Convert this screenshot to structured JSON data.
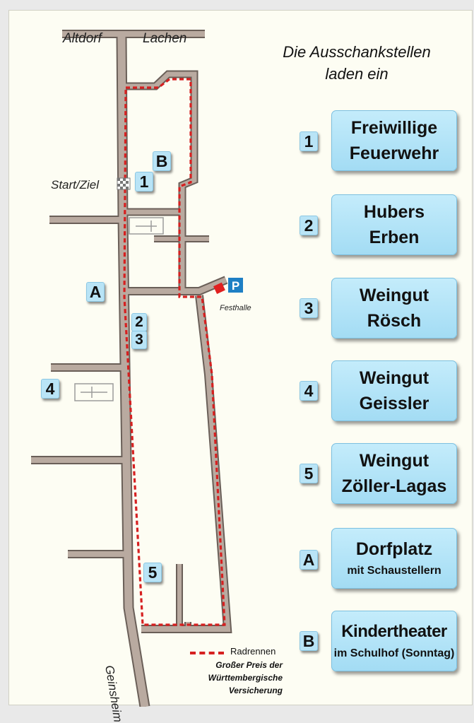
{
  "heading": {
    "line1": "Die Ausschankstellen",
    "line2": "laden ein"
  },
  "map": {
    "labels": {
      "altdorf": "Altdorf",
      "lachen": "Lachen",
      "start_ziel": "Start/Ziel",
      "festhalle": "Festhalle",
      "geinsheim": "Geinsheim",
      "parking": "P"
    },
    "markers": [
      "B",
      "1",
      "A",
      "2",
      "3",
      "4",
      "5"
    ]
  },
  "legend": {
    "route_label": "Radrennen",
    "line1": "Großer Preis der",
    "line2": "Württembergische",
    "line3": "Versicherung"
  },
  "stations": [
    {
      "key": "1",
      "line1": "Freiwillige",
      "line2": "Feuerwehr"
    },
    {
      "key": "2",
      "line1": "Hubers",
      "line2": "Erben"
    },
    {
      "key": "3",
      "line1": "Weingut",
      "line2": "Rösch"
    },
    {
      "key": "4",
      "line1": "Weingut",
      "line2": "Geissler"
    },
    {
      "key": "5",
      "line1": "Weingut",
      "line2": "Zöller-Lagas"
    },
    {
      "key": "A",
      "line1": "Dorfplatz",
      "line2": "mit Schaustellern"
    },
    {
      "key": "B",
      "line1": "Kindertheater",
      "line2": "im Schulhof (Sonntag)"
    }
  ],
  "colors": {
    "road_fill": "#b5a69c",
    "road_edge": "#6a5f58",
    "route": "#d62020",
    "card": "#b9e4f6",
    "parking": "#1e7fc4",
    "festhalle": "#e02020"
  }
}
